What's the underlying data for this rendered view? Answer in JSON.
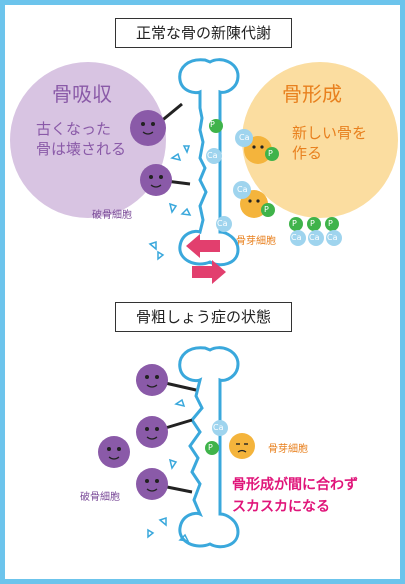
{
  "top_panel": {
    "title": "正常な骨の新陳代謝",
    "resorption_heading": "骨吸収",
    "resorption_text_line1": "古くなった",
    "resorption_text_line2": "骨は壊される",
    "osteoclast_label": "破骨細胞",
    "formation_heading": "骨形成",
    "formation_text_line1": "新しい骨を",
    "formation_text_line2": "作る",
    "osteoblast_label": "骨芽細胞"
  },
  "bottom_panel": {
    "title": "骨粗しょう症の状態",
    "osteoclast_label": "破骨細胞",
    "osteoblast_label": "骨芽細胞",
    "caption_line1": "骨形成が間に合わず",
    "caption_line2": "スカスカになる"
  },
  "symbols": {
    "calcium": "Ca",
    "phosphorus": "P"
  },
  "colors": {
    "frame": "#6cc4ec",
    "resorption_circle": "#d8c4e2",
    "formation_circle": "#fbdda0",
    "osteoclast": "#8a5aa8",
    "osteoblast": "#f4b43c",
    "arrow": "#e23f6e",
    "caption": "#e0157a",
    "calcium": "#9fd4ee",
    "phosphorus": "#3fb34a"
  }
}
